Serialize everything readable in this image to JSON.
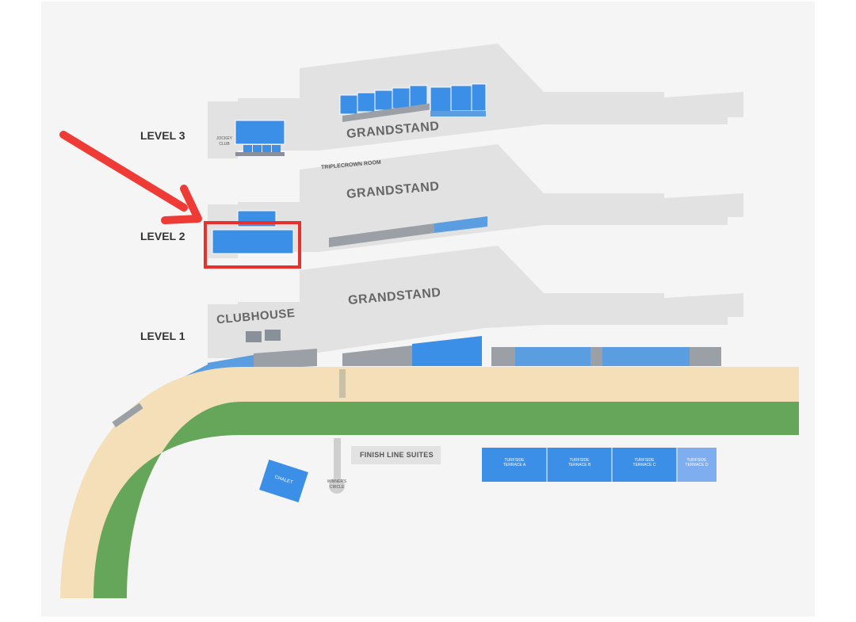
{
  "levels": {
    "level3": "LEVEL 3",
    "level2": "LEVEL 2",
    "level1": "LEVEL 1"
  },
  "buildings": {
    "grandstand_l3": "GRANDSTAND",
    "grandstand_l2": "GRANDSTAND",
    "grandstand_l1": "GRANDSTAND",
    "clubhouse": "CLUBHOUSE",
    "triple_crown_room": "TRIPLECROWN ROOM",
    "jockey_club": "JOCKEY CLUB"
  },
  "venues": {
    "finish_line_suites": "FINISH LINE SUITES",
    "chalet": "CHALET",
    "winners_circle": "WINNER'S CIRCLE",
    "turfside": [
      "TURFSIDE TERRACE A",
      "TURFSIDE TERRACE B",
      "TURFSIDE TERRACE C",
      "TURFSIDE TERRACE D"
    ]
  },
  "colors": {
    "building": "#e2e2e2",
    "blue": "#3b8fe6",
    "dirt_track": "#f4dfb8",
    "turf": "#65a65a",
    "arrow": "#ef3b36",
    "highlight_box": "#e8302c"
  }
}
